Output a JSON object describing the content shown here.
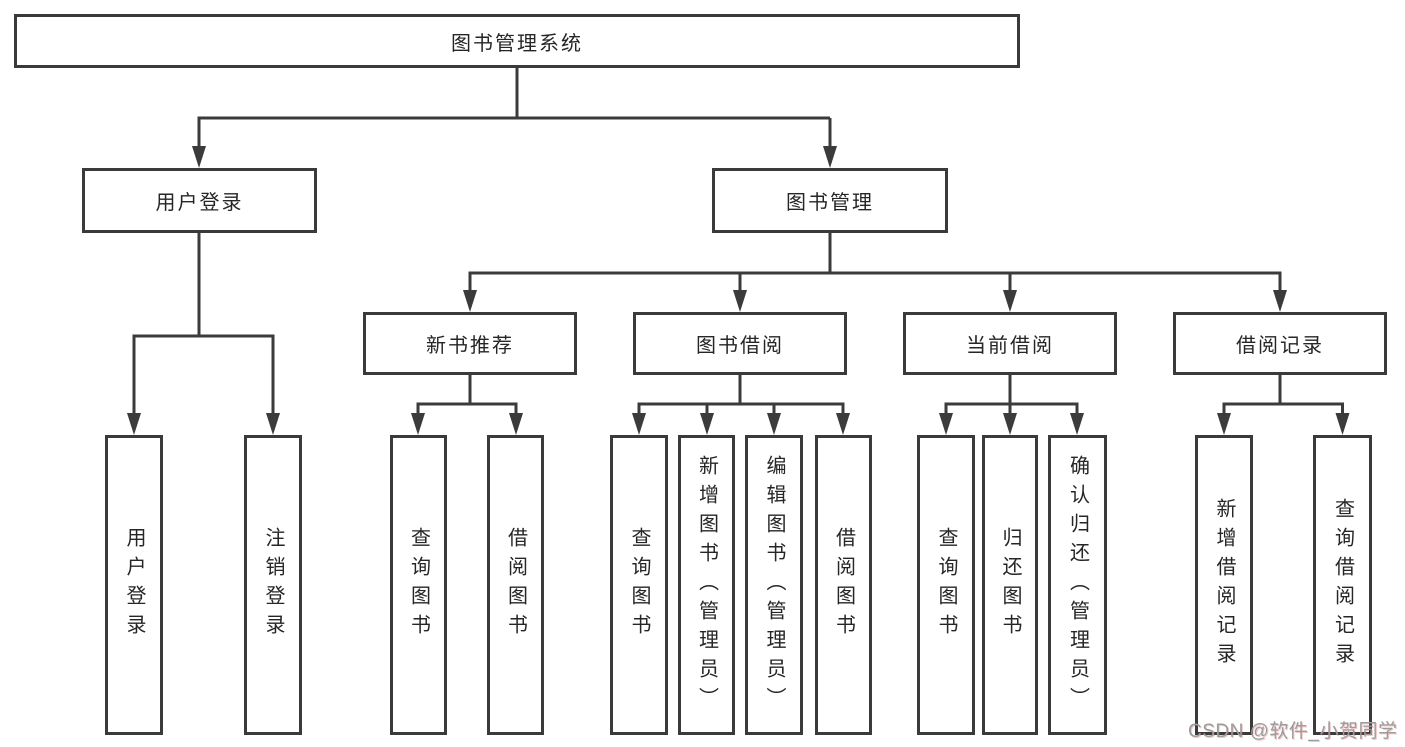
{
  "diagram_title": "图书管理系统",
  "watermark": "CSDN @软件_小贺同学",
  "colors": {
    "line": "#3b3b3b",
    "border": "#3a3a3a",
    "text": "#262626",
    "background": "#ffffff",
    "watermark": "#9c9c9c"
  },
  "nodes": {
    "root": "图书管理系统",
    "user_login": "用户登录",
    "book_mgmt": "图书管理",
    "new_book_rec": "新书推荐",
    "book_borrow": "图书借阅",
    "current_borrow": "当前借阅",
    "borrow_records": "借阅记录",
    "user_login_leaf": "用户登录",
    "logout_leaf": "注销登录",
    "rec_query_book": "查询图书",
    "rec_borrow_book": "借阅图书",
    "bb_query_book": "查询图书",
    "bb_add_book": "新增图书（管理员）",
    "bb_edit_book": "编辑图书（管理员）",
    "bb_borrow_book": "借阅图书",
    "cb_query_book": "查询图书",
    "cb_return_book": "归还图书",
    "cb_confirm_return": "确认归还（管理员）",
    "br_add_record": "新增借阅记录",
    "br_query_record": "查询借阅记录"
  },
  "structure": {
    "root": [
      "user_login",
      "book_mgmt"
    ],
    "user_login": [
      "user_login_leaf",
      "logout_leaf"
    ],
    "book_mgmt": [
      "new_book_rec",
      "book_borrow",
      "current_borrow",
      "borrow_records"
    ],
    "new_book_rec": [
      "rec_query_book",
      "rec_borrow_book"
    ],
    "book_borrow": [
      "bb_query_book",
      "bb_add_book",
      "bb_edit_book",
      "bb_borrow_book"
    ],
    "current_borrow": [
      "cb_query_book",
      "cb_return_book",
      "cb_confirm_return"
    ],
    "borrow_records": [
      "br_add_record",
      "br_query_record"
    ]
  }
}
